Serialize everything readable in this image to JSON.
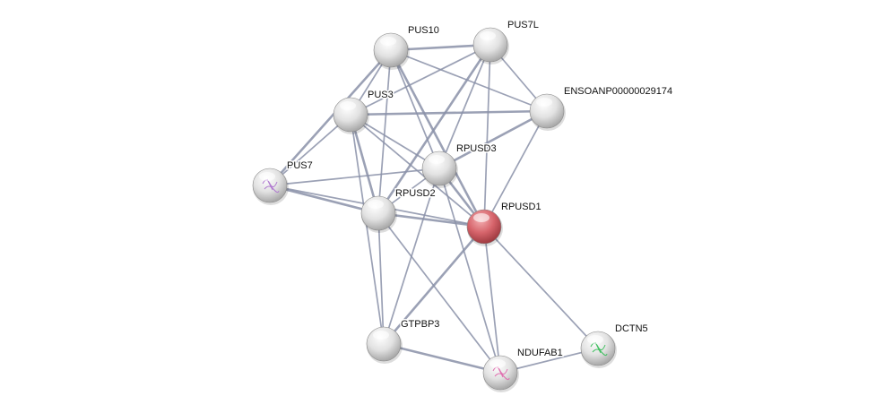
{
  "network": {
    "nodes": [
      {
        "id": "PUS10",
        "label": "PUS10",
        "query": false,
        "structure": "none"
      },
      {
        "id": "PUS7L",
        "label": "PUS7L",
        "query": false,
        "structure": "none"
      },
      {
        "id": "ENSO",
        "label": "ENSOANP00000029174",
        "query": false,
        "structure": "none"
      },
      {
        "id": "PUS3",
        "label": "PUS3",
        "query": false,
        "structure": "none"
      },
      {
        "id": "RPUSD3",
        "label": "RPUSD3",
        "query": false,
        "structure": "none"
      },
      {
        "id": "PUS7",
        "label": "PUS7",
        "query": false,
        "structure": "purple"
      },
      {
        "id": "RPUSD2",
        "label": "RPUSD2",
        "query": false,
        "structure": "none"
      },
      {
        "id": "RPUSD1",
        "label": "RPUSD1",
        "query": true,
        "structure": "none"
      },
      {
        "id": "GTPBP3",
        "label": "GTPBP3",
        "query": false,
        "structure": "none"
      },
      {
        "id": "NDUFAB1",
        "label": "NDUFAB1",
        "query": false,
        "structure": "pink"
      },
      {
        "id": "DCTN5",
        "label": "DCTN5",
        "query": false,
        "structure": "green"
      }
    ],
    "edges": [
      [
        "PUS10",
        "PUS7L"
      ],
      [
        "PUS10",
        "ENSO"
      ],
      [
        "PUS10",
        "PUS3"
      ],
      [
        "PUS10",
        "PUS7"
      ],
      [
        "PUS10",
        "RPUSD2"
      ],
      [
        "PUS10",
        "RPUSD3"
      ],
      [
        "PUS10",
        "RPUSD1"
      ],
      [
        "PUS7L",
        "PUS3"
      ],
      [
        "PUS7L",
        "ENSO"
      ],
      [
        "PUS7L",
        "RPUSD2"
      ],
      [
        "PUS7L",
        "RPUSD3"
      ],
      [
        "PUS7L",
        "RPUSD1"
      ],
      [
        "PUS3",
        "ENSO"
      ],
      [
        "PUS3",
        "PUS7"
      ],
      [
        "PUS3",
        "RPUSD3"
      ],
      [
        "PUS3",
        "RPUSD2"
      ],
      [
        "PUS3",
        "RPUSD1"
      ],
      [
        "PUS3",
        "GTPBP3"
      ],
      [
        "ENSO",
        "RPUSD3"
      ],
      [
        "ENSO",
        "RPUSD1"
      ],
      [
        "PUS7",
        "RPUSD3"
      ],
      [
        "PUS7",
        "RPUSD2"
      ],
      [
        "PUS7",
        "RPUSD1"
      ],
      [
        "RPUSD3",
        "RPUSD2"
      ],
      [
        "RPUSD3",
        "RPUSD1"
      ],
      [
        "RPUSD3",
        "GTPBP3"
      ],
      [
        "RPUSD3",
        "NDUFAB1"
      ],
      [
        "RPUSD2",
        "RPUSD1"
      ],
      [
        "RPUSD2",
        "GTPBP3"
      ],
      [
        "RPUSD2",
        "NDUFAB1"
      ],
      [
        "RPUSD1",
        "GTPBP3"
      ],
      [
        "RPUSD1",
        "NDUFAB1"
      ],
      [
        "RPUSD1",
        "DCTN5"
      ],
      [
        "GTPBP3",
        "NDUFAB1"
      ],
      [
        "NDUFAB1",
        "DCTN5"
      ]
    ],
    "colors": {
      "edge": "#8a90a8",
      "node": "#e8e8e8",
      "query_node": "#d95f66"
    }
  }
}
